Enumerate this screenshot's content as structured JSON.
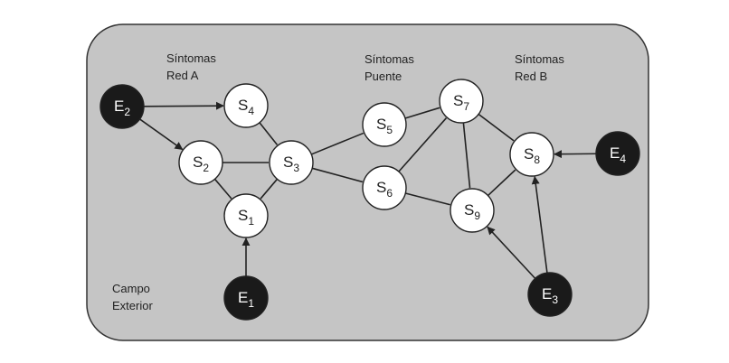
{
  "field": {
    "label_line1": "Campo",
    "label_line2": "Exterior",
    "fill": "#c5c5c5",
    "stroke": "#333333"
  },
  "regions": {
    "red_a": {
      "line1": "Síntomas",
      "line2": "Red A"
    },
    "puente": {
      "line1": "Síntomas",
      "line2": "Puente"
    },
    "red_b": {
      "line1": "Síntomas",
      "line2": "Red B"
    }
  },
  "nodes": {
    "E2": {
      "letter": "E",
      "sub": "2",
      "kind": "external"
    },
    "E1": {
      "letter": "E",
      "sub": "1",
      "kind": "external"
    },
    "E3": {
      "letter": "E",
      "sub": "3",
      "kind": "external"
    },
    "E4": {
      "letter": "E",
      "sub": "4",
      "kind": "external"
    },
    "S1": {
      "letter": "S",
      "sub": "1",
      "kind": "symptom"
    },
    "S2": {
      "letter": "S",
      "sub": "2",
      "kind": "symptom"
    },
    "S3": {
      "letter": "S",
      "sub": "3",
      "kind": "symptom"
    },
    "S4": {
      "letter": "S",
      "sub": "4",
      "kind": "symptom"
    },
    "S5": {
      "letter": "S",
      "sub": "5",
      "kind": "symptom"
    },
    "S6": {
      "letter": "S",
      "sub": "6",
      "kind": "symptom"
    },
    "S7": {
      "letter": "S",
      "sub": "7",
      "kind": "symptom"
    },
    "S8": {
      "letter": "S",
      "sub": "8",
      "kind": "symptom"
    },
    "S9": {
      "letter": "S",
      "sub": "9",
      "kind": "symptom"
    }
  },
  "edges": [
    {
      "from": "S2",
      "to": "S3",
      "directed": false
    },
    {
      "from": "S2",
      "to": "S1",
      "directed": false
    },
    {
      "from": "S3",
      "to": "S1",
      "directed": false
    },
    {
      "from": "S4",
      "to": "S3",
      "directed": false
    },
    {
      "from": "S3",
      "to": "S5",
      "directed": false
    },
    {
      "from": "S3",
      "to": "S6",
      "directed": false
    },
    {
      "from": "S5",
      "to": "S7",
      "directed": false
    },
    {
      "from": "S6",
      "to": "S7",
      "directed": false
    },
    {
      "from": "S6",
      "to": "S9",
      "directed": false
    },
    {
      "from": "S7",
      "to": "S8",
      "directed": false
    },
    {
      "from": "S7",
      "to": "S9",
      "directed": false
    },
    {
      "from": "S9",
      "to": "S8",
      "directed": false
    },
    {
      "from": "E2",
      "to": "S4",
      "directed": true
    },
    {
      "from": "E2",
      "to": "S2",
      "directed": true
    },
    {
      "from": "E1",
      "to": "S1",
      "directed": true
    },
    {
      "from": "E3",
      "to": "S9",
      "directed": true
    },
    {
      "from": "E3",
      "to": "S8",
      "directed": true
    },
    {
      "from": "E4",
      "to": "S8",
      "directed": true
    }
  ],
  "colors": {
    "external_fill": "#1a1a1a",
    "external_text": "#ffffff",
    "symptom_fill": "#ffffff",
    "symptom_text": "#222222",
    "edge": "#222222"
  }
}
